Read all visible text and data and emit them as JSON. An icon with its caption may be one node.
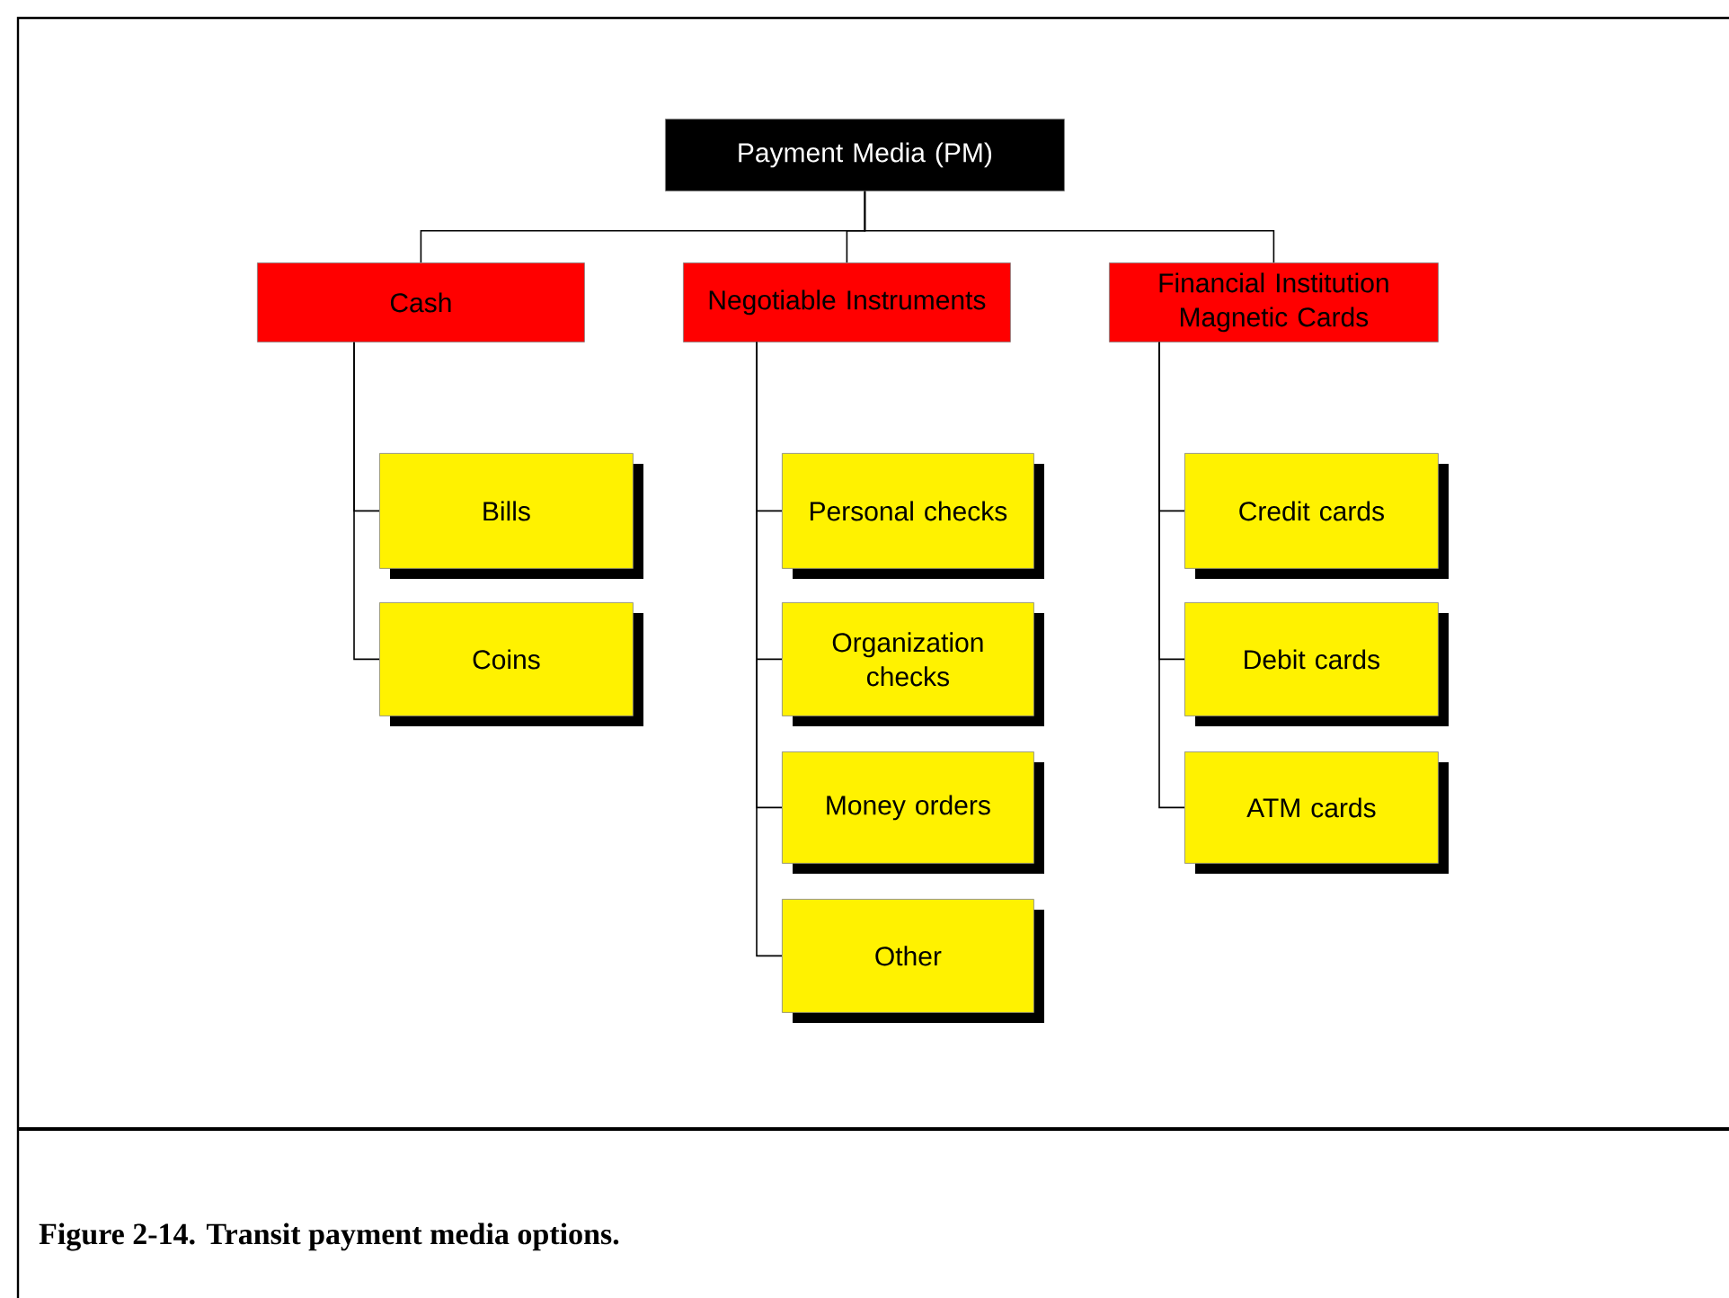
{
  "diagram": {
    "caption": "Figure 2-14. Transit payment media options.",
    "nodes": [
      {
        "text": [
          "Payment Media (PM)"
        ]
      },
      {
        "text": [
          "Cash"
        ]
      },
      {
        "text": [
          "Negotiable Instruments"
        ]
      },
      {
        "text": [
          "Financial Institution Magnetic Cards"
        ]
      },
      {
        "text": [
          "Bills"
        ]
      },
      {
        "text": [
          "Coins"
        ]
      },
      {
        "text": [
          "Personal checks"
        ]
      },
      {
        "text": [
          "Organization checks"
        ]
      },
      {
        "text": [
          "Money orders"
        ]
      },
      {
        "text": [
          "Other"
        ]
      },
      {
        "text": [
          "Credit cards"
        ]
      },
      {
        "text": [
          "Debit cards"
        ]
      },
      {
        "text": [
          "ATM cards"
        ]
      }
    ],
    "edges": [
      {
        "from": 0,
        "to": 1,
        "arrow": "none"
      },
      {
        "from": 0,
        "to": 2,
        "arrow": "none"
      },
      {
        "from": 0,
        "to": 3,
        "arrow": "none"
      },
      {
        "from": 1,
        "to": 4,
        "arrow": "none"
      },
      {
        "from": 1,
        "to": 5,
        "arrow": "none"
      },
      {
        "from": 2,
        "to": 6,
        "arrow": "none"
      },
      {
        "from": 2,
        "to": 7,
        "arrow": "none"
      },
      {
        "from": 2,
        "to": 8,
        "arrow": "none"
      },
      {
        "from": 2,
        "to": 9,
        "arrow": "none"
      },
      {
        "from": 3,
        "to": 10,
        "arrow": "none"
      },
      {
        "from": 3,
        "to": 11,
        "arrow": "none"
      },
      {
        "from": 3,
        "to": 12,
        "arrow": "none"
      }
    ]
  }
}
